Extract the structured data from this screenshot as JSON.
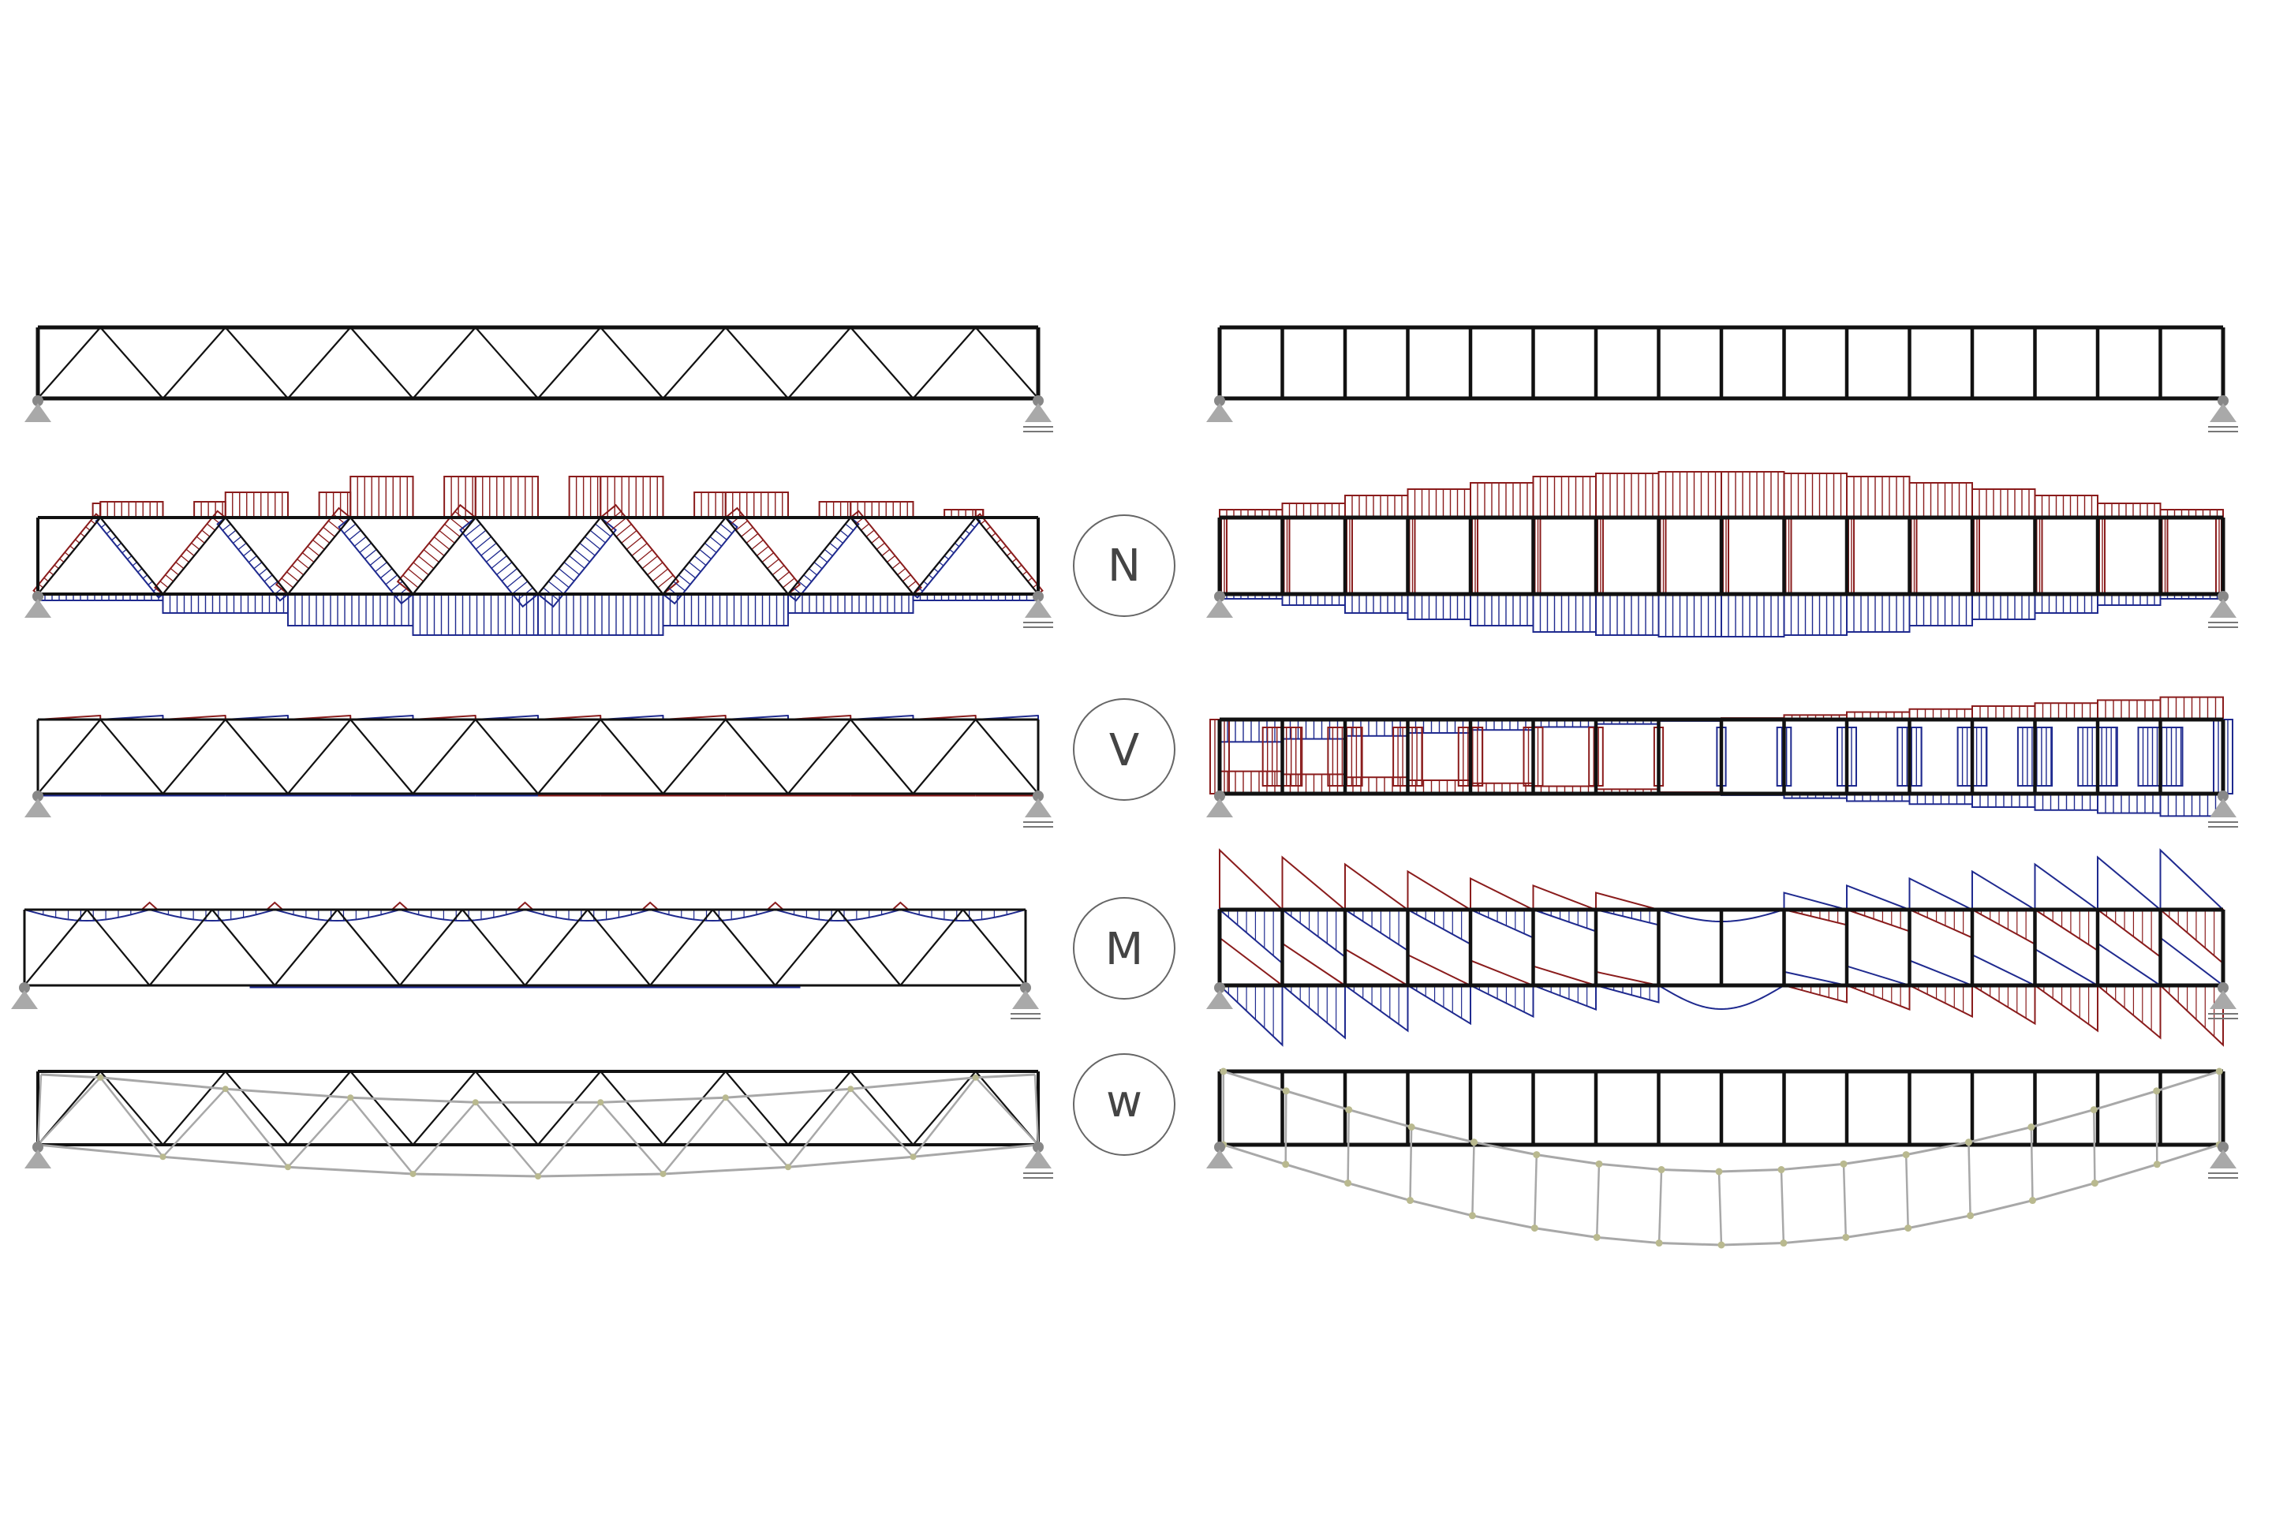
{
  "labels": {
    "normal_force": "N",
    "shear_force": "V",
    "bending_moment": "M",
    "deflection": "w"
  },
  "colors": {
    "member": "#111111",
    "tension": "#8a1c1c",
    "compression": "#1f2a8f",
    "deformed": "#a8a8a8",
    "node": "#b9b98f",
    "support": "#a9a9a9",
    "circle": "#666666"
  },
  "structures": {
    "left": {
      "type": "warren-truss",
      "triangle_count": 8
    },
    "right": {
      "type": "vierendeel-truss",
      "panel_count": 16
    }
  },
  "rows": [
    "geometry",
    "normal_force",
    "shear_force",
    "bending_moment",
    "deflection"
  ]
}
